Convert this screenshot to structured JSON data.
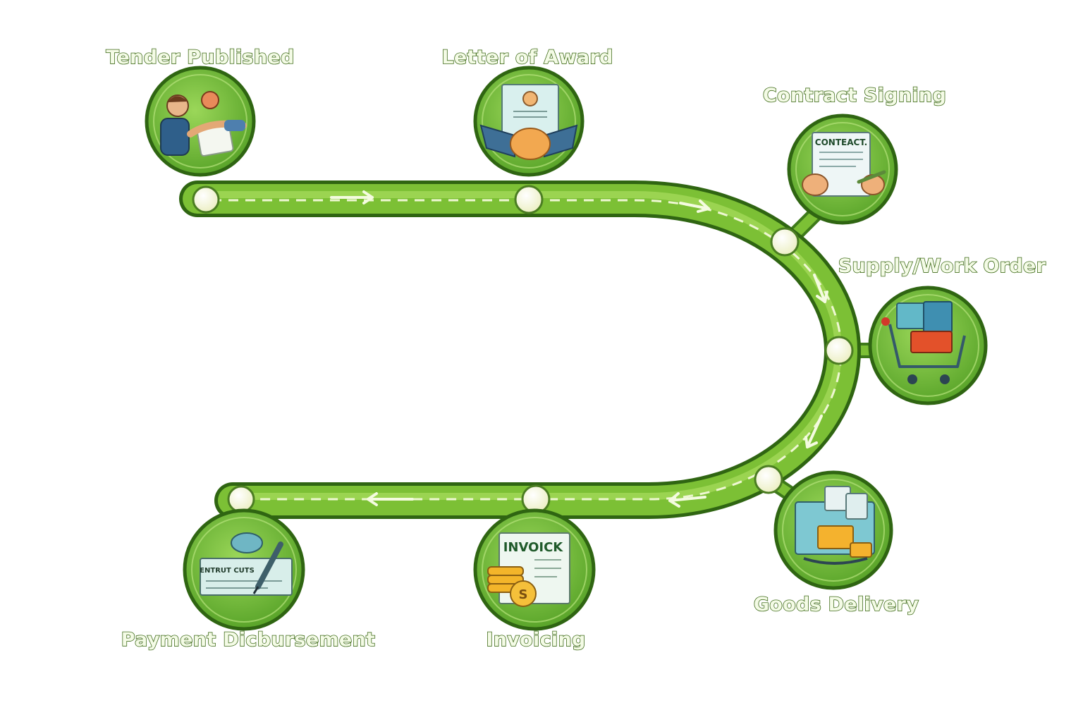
{
  "diagram": {
    "colors": {
      "track": "#7cc035",
      "track_edge": "#3e7a1b",
      "track_highlight": "#a8dd5e",
      "badge": "#79c23a",
      "badge_edge": "#2f6512",
      "node": "#f8f9dc",
      "label_fill": "#f4fbe6",
      "label_stroke": "#3f6b1a"
    },
    "stages": [
      {
        "id": "tender",
        "label": "Tender Published",
        "icon": "handshake-people-icon"
      },
      {
        "id": "loa",
        "label": "Letter of Award",
        "icon": "award-letter-handshake-icon"
      },
      {
        "id": "contract",
        "label": "Contract Signing",
        "icon": "contract-document-icon",
        "icon_text": "CONTEACT."
      },
      {
        "id": "supply",
        "label": "Supply/Work Order",
        "icon": "shopping-cart-icon"
      },
      {
        "id": "delivery",
        "label": "Goods Delivery",
        "icon": "delivery-package-icon"
      },
      {
        "id": "invoicing",
        "label": "Invoicing",
        "icon": "invoice-coins-icon",
        "icon_text": "INVOICK"
      },
      {
        "id": "payment",
        "label": "Payment Dicbursement",
        "icon": "cheque-pen-icon",
        "icon_text": "ENTRUT CUTS"
      }
    ]
  }
}
